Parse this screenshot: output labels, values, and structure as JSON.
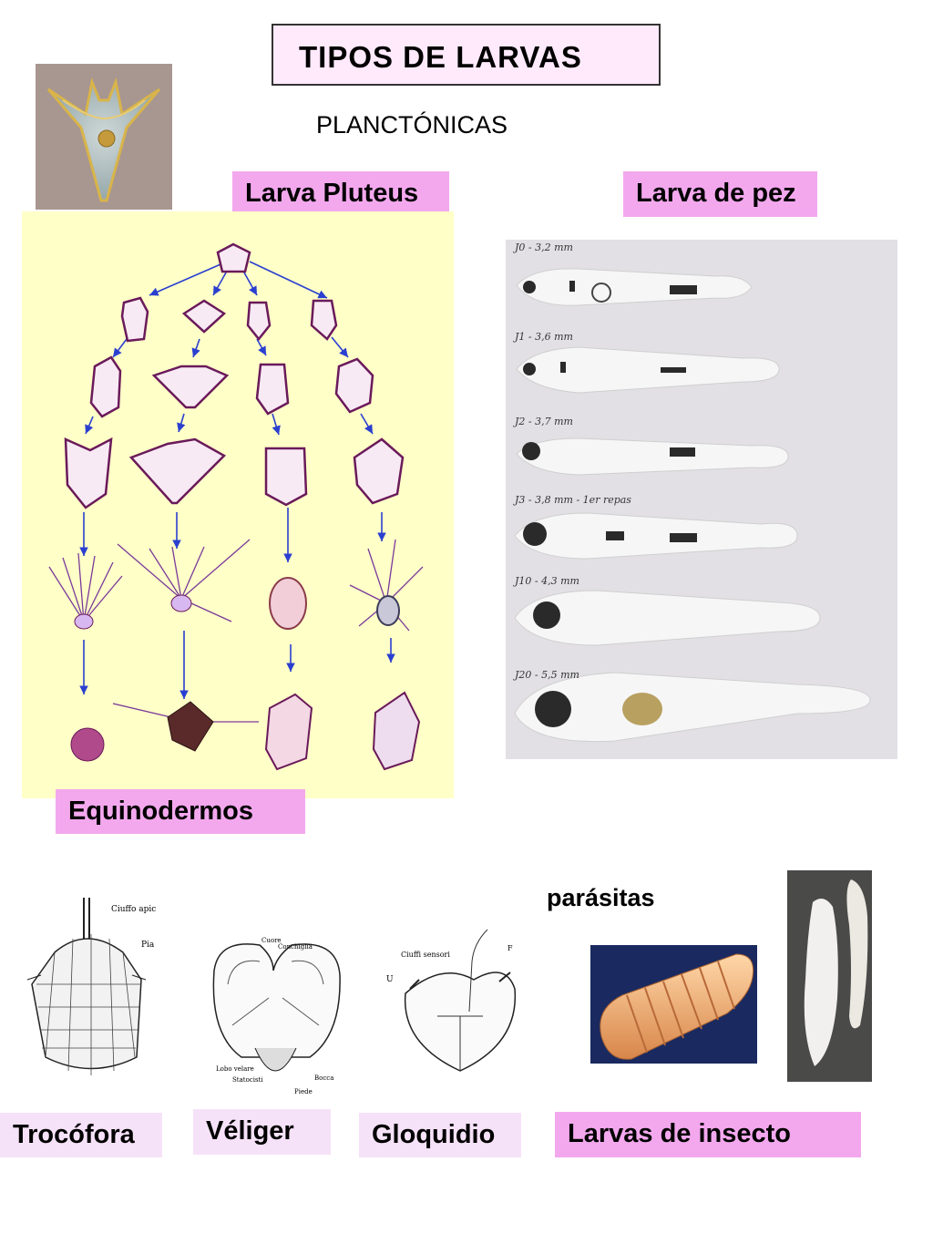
{
  "title": "TIPOS DE LARVAS",
  "subtitle": "PLANCTÓNICAS",
  "labels": {
    "pluteus": "Larva Pluteus",
    "pez": "Larva de pez",
    "equinodermos": "Equinodermos",
    "parasitas": "parásitas",
    "trocofora": "Trocófora",
    "veliger": "Véliger",
    "gloquidio": "Gloquidio",
    "insecto": "Larvas de insecto"
  },
  "fish_stages": [
    "J0 - 3,2 mm",
    "J1 - 3,6 mm",
    "J2 - 3,7 mm",
    "J3 - 3,8 mm - 1er repas",
    "J10 - 4,3 mm",
    "J20 - 5,5 mm"
  ],
  "trocofora_annotations": [
    "Ciuffo apic",
    "Pia"
  ],
  "veliger_annotations": [
    "Cuore",
    "Conchiglia",
    "Lobo velare",
    "Statocisti",
    "Piede",
    "Bocca"
  ],
  "gloquidio_annotations": [
    "Ciuffi sensori",
    "F",
    "U"
  ],
  "icons": [
    "pluteus-photo",
    "echinoderm-diagram",
    "fish-larvae-photo",
    "trochophore-drawing",
    "veliger-drawing",
    "glochidium-drawing",
    "insect-larva-photo",
    "maggot-photo"
  ]
}
